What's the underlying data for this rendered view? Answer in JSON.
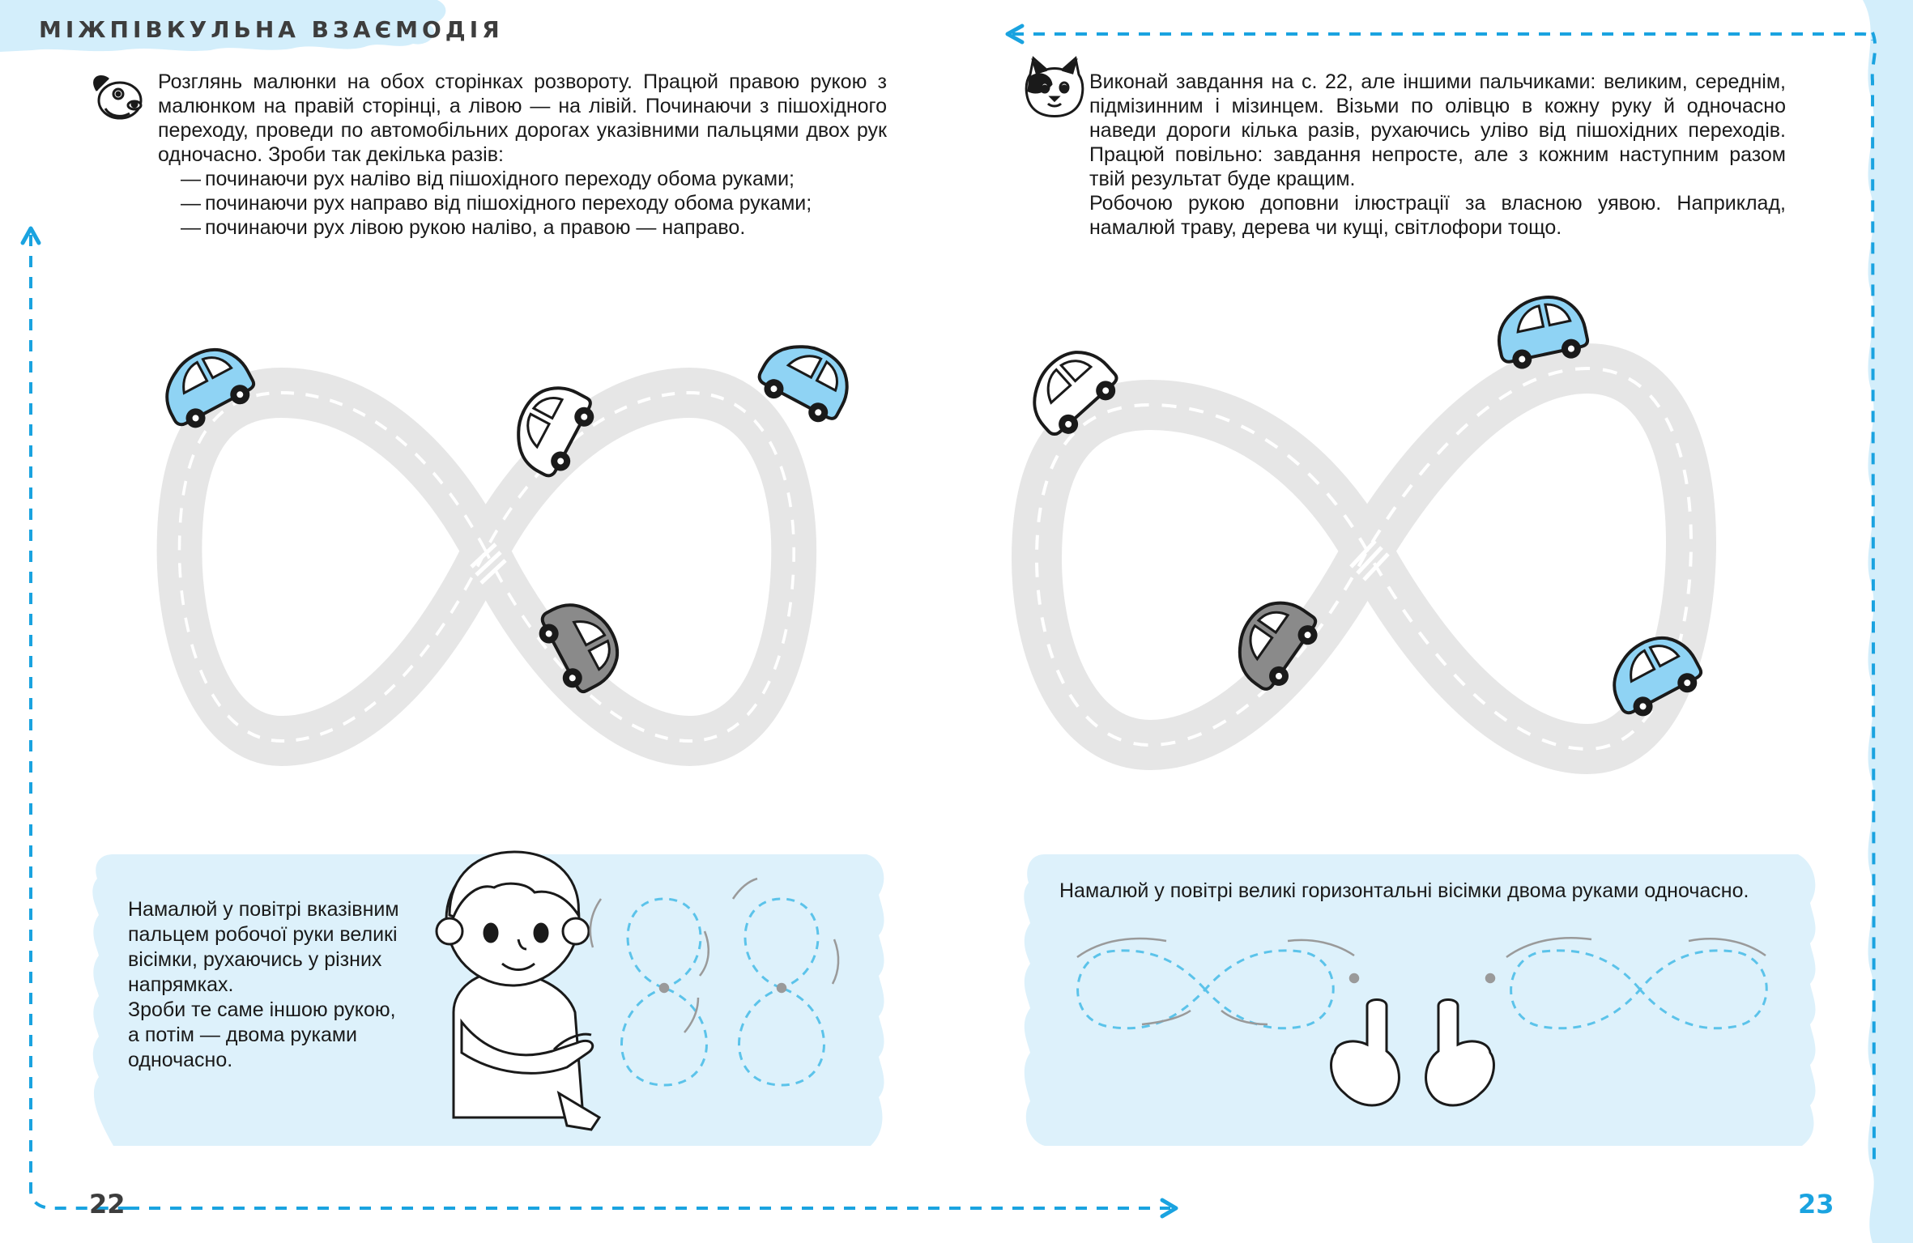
{
  "header": {
    "section_title": "МІЖПІВКУЛЬНА ВЗАЄМОДІЯ"
  },
  "left_page": {
    "number": "22",
    "intro": "Розглянь малюнки на обох сторінках розвороту. Працюй правою рукою з малюнком на правій сторінці, а лівою — на лівій. Починаючи з пішохідного переходу, проведи по автомобільних дорогах указівними пальцями двох рук одночасно. Зроби так декілька разів:",
    "bullets": [
      "починаючи рух наліво від пішохідного переходу обома руками;",
      "починаючи рух направо від пішохідного переходу обома руками;",
      "починаючи рух лівою рукою наліво, а правою — направо."
    ],
    "panel_text": [
      "Намалюй у повітрі вказівним пальцем робочої руки великі вісімки, рухаючись у різних напрямках.",
      "Зроби те саме іншою рукою, а потім — двома руками одночасно."
    ]
  },
  "right_page": {
    "number": "23",
    "intro_1": "Виконай завдання на с. 22, але іншими пальчиками: великим, середнім, підмізинним і мізинцем. Візьми по олівцю в кожну руку й одночасно наведи дороги кілька разів, рухаючись уліво від пішохідних переходів. Працюй повільно: завдання непросте, але з кожним наступним разом твій результат буде кращим.",
    "intro_2": "Робочою рукою доповни ілюстрації за власною уявою. Наприклад, намалюй траву, дерева чи кущі, світлофори тощо.",
    "panel_text": "Намалюй у повітрі великі горизонтальні вісімки двома руками одночасно."
  },
  "colors": {
    "accent_blue": "#1aa3e0",
    "car_blue": "#8fd3f4",
    "car_gray": "#8a8a8a",
    "road": "#e6e6e6",
    "panel": "#ddf1fb",
    "dash_blue": "#5bc3ea"
  },
  "icons": [
    "dog-icon",
    "cat-icon",
    "car-icon",
    "boy-illustration",
    "pointing-hand-icon"
  ]
}
